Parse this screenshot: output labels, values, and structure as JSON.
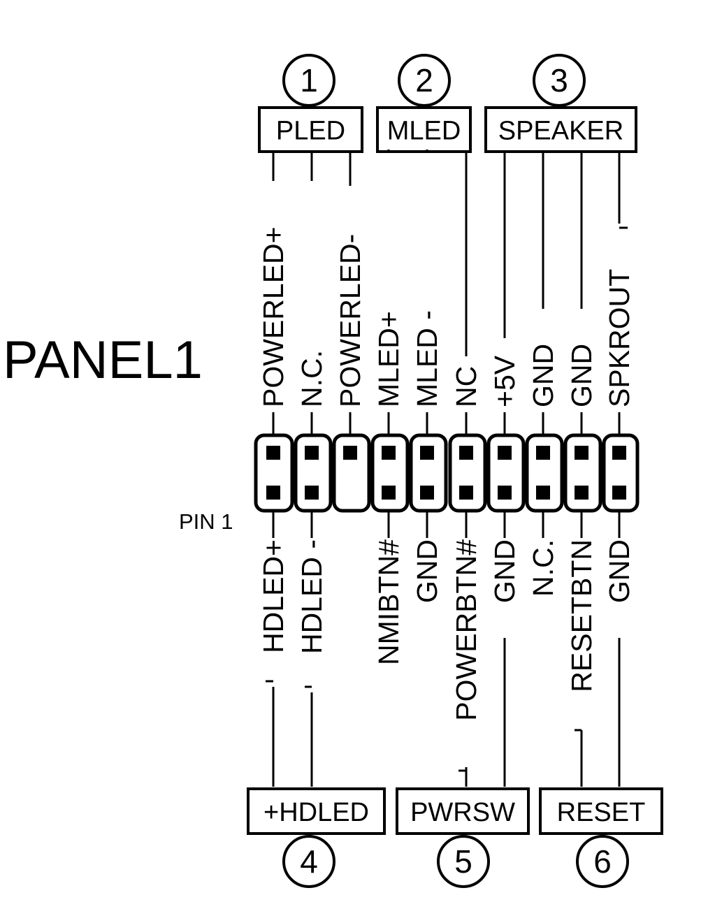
{
  "title": "PANEL1",
  "pin1_label": "PIN 1",
  "colors": {
    "ink": "#000000",
    "paper": "#ffffff"
  },
  "top_pins": [
    "POWERLED+",
    "N.C.",
    "POWERLED-",
    "MLED+",
    "MLED -",
    "NC",
    "+5V",
    "GND",
    "GND",
    "SPKROUT"
  ],
  "bottom_pins": [
    "HDLED+",
    "HDLED -",
    "",
    "NMIBTN#",
    "GND",
    "POWERBTN#",
    "GND",
    "N.C.",
    "RESETBTN",
    "GND"
  ],
  "top_groups": [
    {
      "number": "1",
      "label": "PLED"
    },
    {
      "number": "2",
      "label": "MLED"
    },
    {
      "number": "3",
      "label": "SPEAKER"
    }
  ],
  "bottom_groups": [
    {
      "number": "4",
      "label": "+HDLED"
    },
    {
      "number": "5",
      "label": "PWRSW"
    },
    {
      "number": "6",
      "label": "RESET"
    }
  ],
  "missing_pin": {
    "row": "bottom",
    "column": 3
  }
}
